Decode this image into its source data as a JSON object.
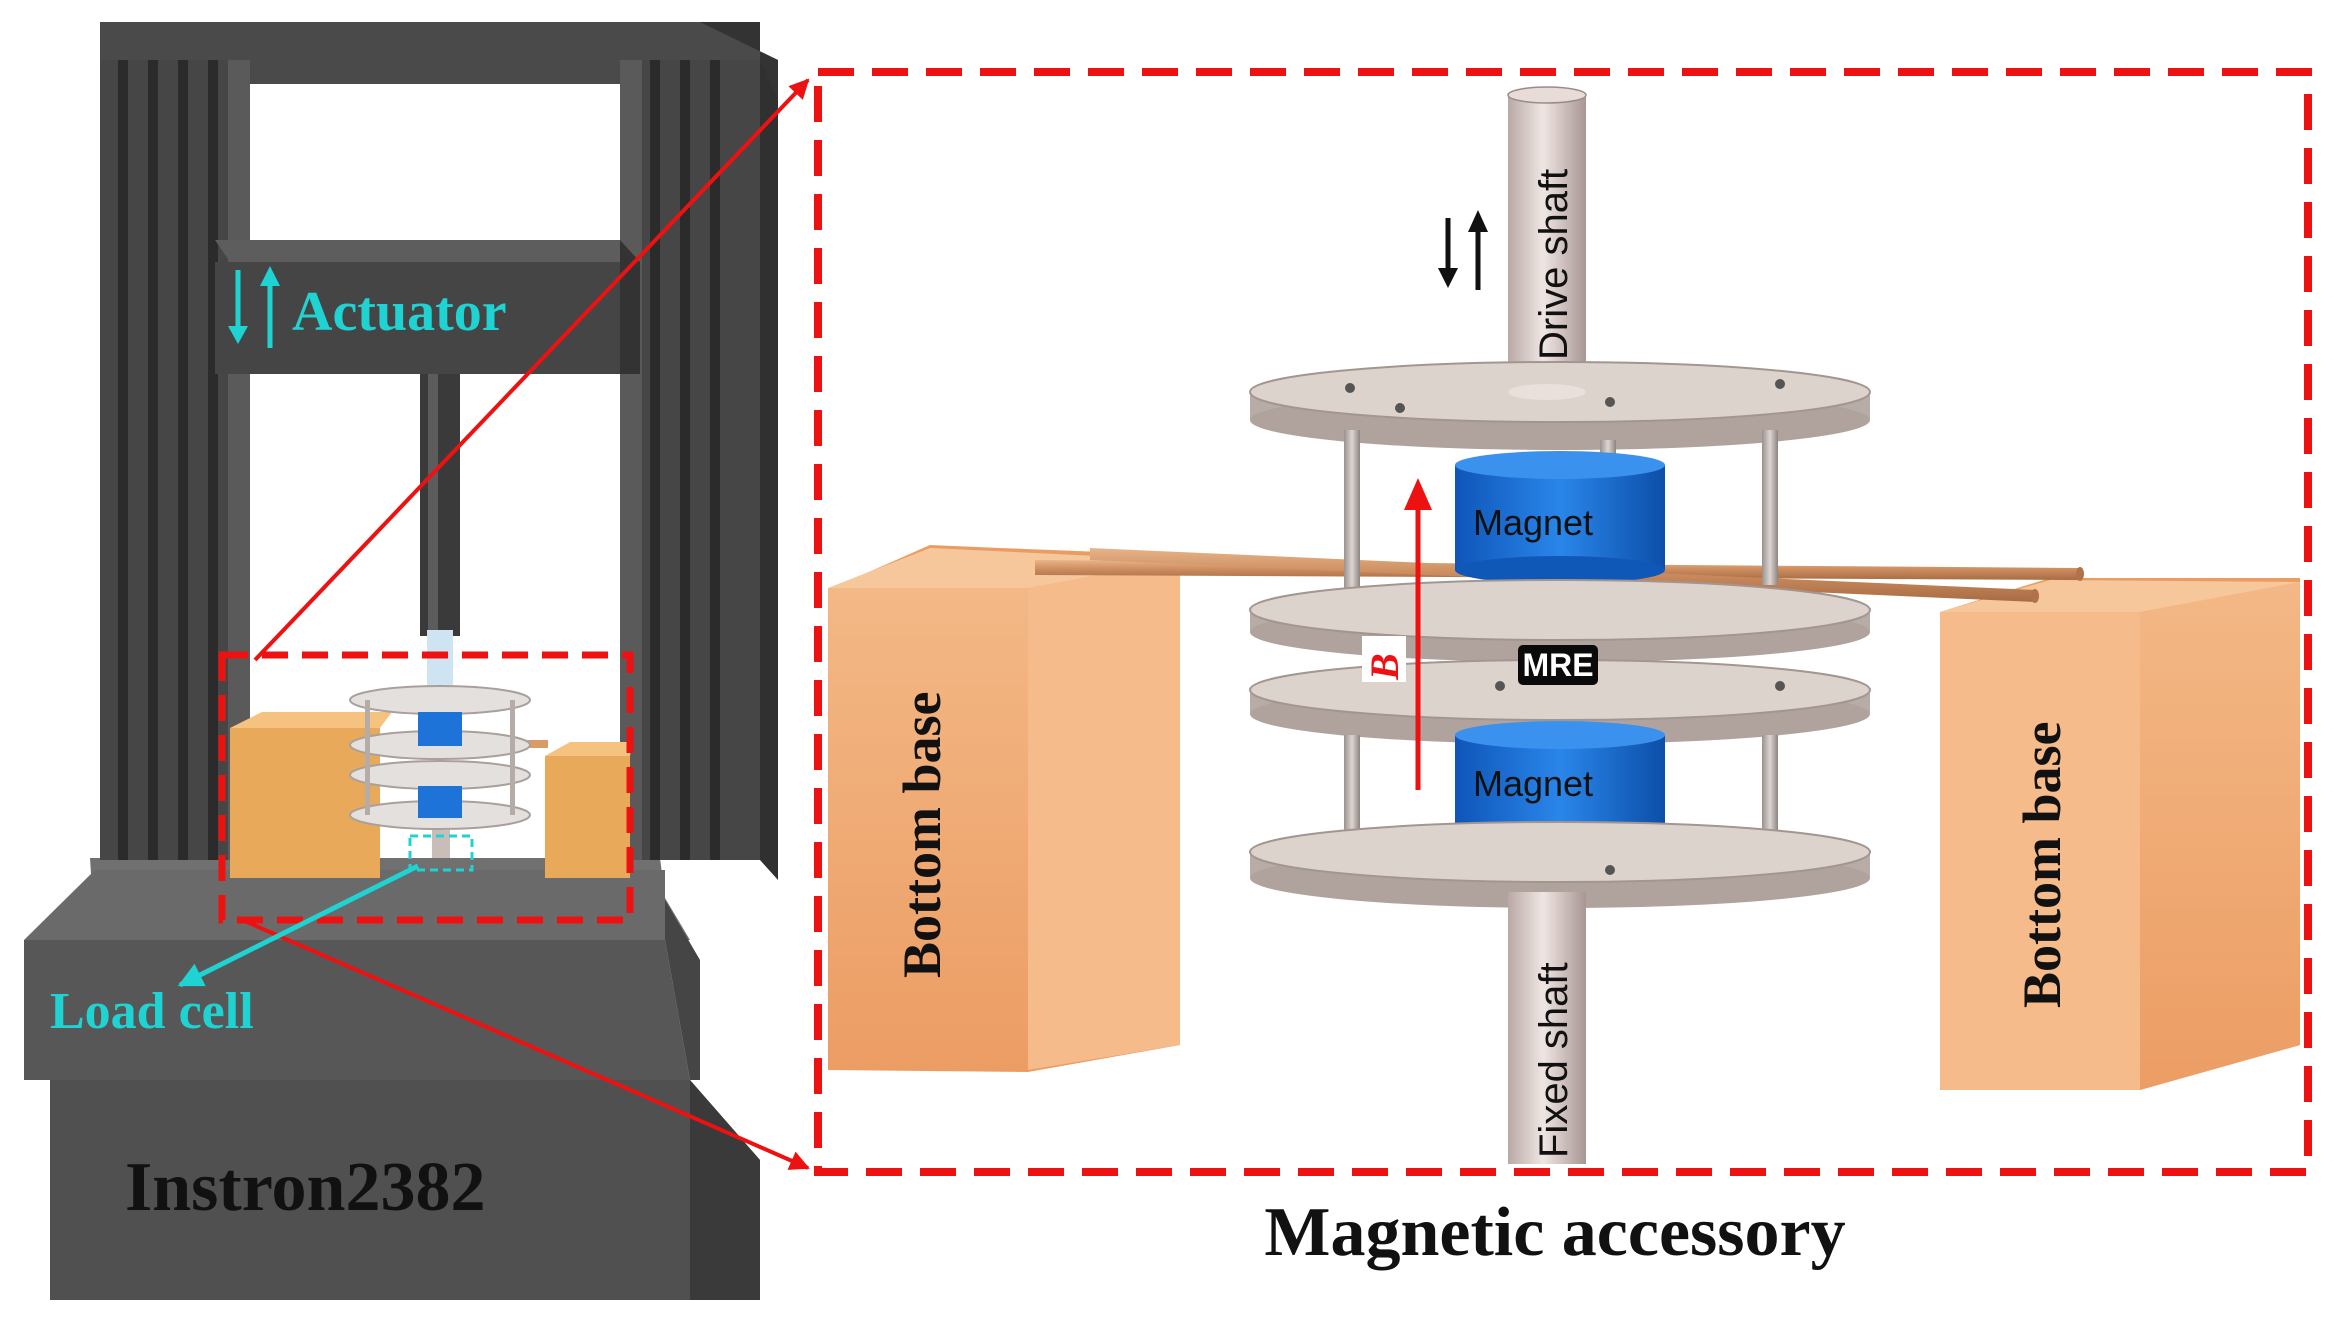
{
  "labels": {
    "actuator": "Actuator",
    "load_cell": "Load cell",
    "machine": "Instron2382",
    "drive_shaft": "Drive shaft",
    "fixed_shaft": "Fixed shaft",
    "magnet_top": "Magnet",
    "magnet_bottom": "Magnet",
    "mre": "MRE",
    "field": "B",
    "bottom_base_left": "Bottom base",
    "bottom_base_right": "Bottom base",
    "caption": "Magnetic accessory"
  },
  "colors": {
    "frame_dark": "#3c3c3c",
    "frame_mid": "#555555",
    "frame_light": "#6f6f6f",
    "cyan_label": "#1fd3d3",
    "red_callout": "#ee1111",
    "magnet_blue": "#1e73d8",
    "plate": "#d6cdc6",
    "wood": "#f0ad78",
    "wood_dark": "#e7935a"
  }
}
